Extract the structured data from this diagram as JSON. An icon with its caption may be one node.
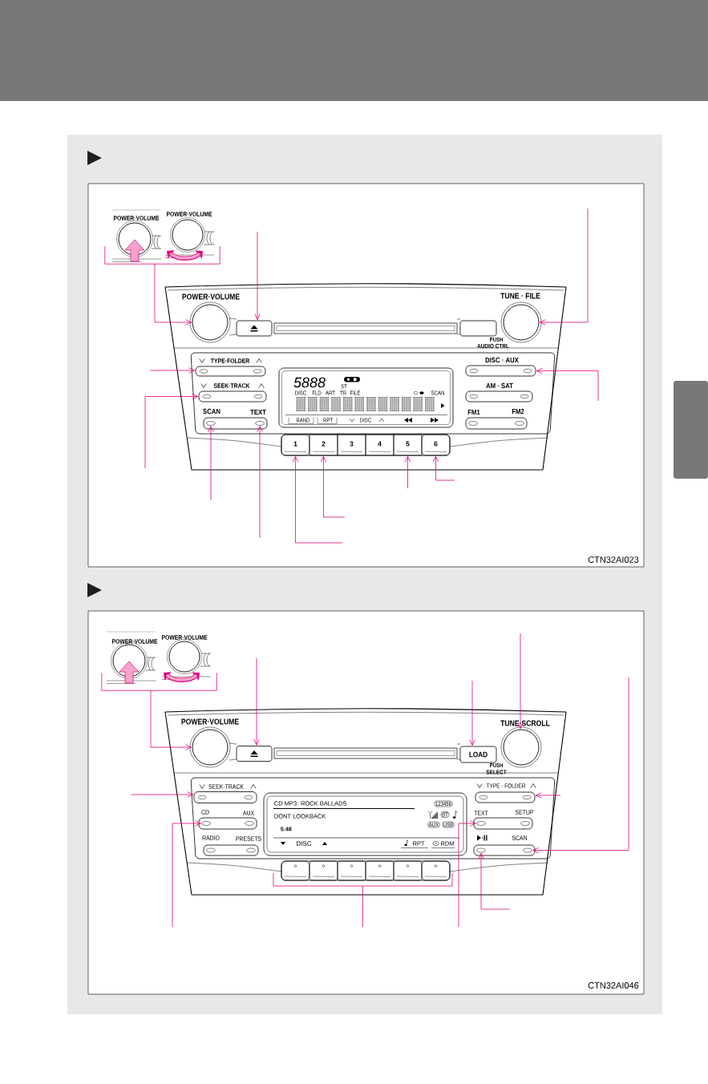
{
  "diagram": {
    "nodes": [
      {
        "text": [
          "POWER·VOLUME"
        ]
      },
      {
        "text": [
          "POWER·VOLUME"
        ]
      },
      {
        "text": [
          "POWER·VOLUME"
        ]
      },
      {
        "text": [],
        "shape": "box"
      },
      {
        "text": [],
        "shape": "box"
      },
      {
        "text": [
          "TUNE · FILE"
        ],
        "beside": [
          "PUSH",
          "AUDIO CTRL"
        ]
      },
      {
        "text": [
          "TYPE·FOLDER"
        ]
      },
      {
        "text": [
          "5888",
          "ST",
          "DISC",
          "FLD",
          "ART",
          "TR",
          "FILE",
          "SCAN",
          "RAND",
          "RPT",
          "DISC"
        ]
      },
      {
        "text": [
          "DISC · AUX"
        ]
      },
      {
        "text": [
          "SEEK·TRACK"
        ]
      },
      {
        "text": [
          "AM · SAT"
        ]
      },
      {
        "text": [],
        "shape": "bar"
      },
      {
        "text": [
          "SCAN"
        ],
        "in": 11
      },
      {
        "text": [
          "TEXT"
        ],
        "in": 11
      },
      {
        "text": [],
        "shape": "bar"
      },
      {
        "text": [
          "FM1"
        ],
        "in": 14
      },
      {
        "text": [
          "FM2"
        ],
        "in": 14
      },
      {
        "text": [],
        "shape": "bar"
      },
      {
        "text": [
          "1"
        ],
        "in": 17
      },
      {
        "text": [
          "2"
        ],
        "in": 17
      },
      {
        "text": [
          "3"
        ],
        "in": 17
      },
      {
        "text": [
          "4"
        ],
        "in": 17
      },
      {
        "text": [
          "5"
        ],
        "in": 17
      },
      {
        "text": [
          "6"
        ],
        "in": 17
      },
      {
        "text": [
          "POWER·VOLUME"
        ]
      },
      {
        "text": [
          "POWER·VOLUME"
        ]
      },
      {
        "text": [
          "POWER·VOLUME"
        ]
      },
      {
        "text": [],
        "shape": "box"
      },
      {
        "text": [
          "LOAD"
        ]
      },
      {
        "text": [
          "TUNE·SCROLL"
        ],
        "beside": [
          "PUSH",
          "SELECT"
        ]
      },
      {
        "text": [
          "SEEK·TRACK"
        ]
      },
      {
        "text": [
          "CD MP3: ROCK BALLADS",
          "123456",
          "BT",
          "DONT LOOKBACK",
          "AUX",
          "USB",
          "5:48",
          "DISC",
          "RPT",
          "RDM"
        ]
      },
      {
        "text": [
          "TYPE · FOLDER"
        ]
      },
      {
        "text": [],
        "shape": "bar"
      },
      {
        "text": [
          "CD"
        ],
        "in": 33
      },
      {
        "text": [
          "AUX"
        ],
        "in": 33
      },
      {
        "text": [],
        "shape": "bar"
      },
      {
        "text": [
          "TEXT"
        ],
        "in": 36
      },
      {
        "text": [
          "SETUP"
        ],
        "in": 36
      },
      {
        "text": [],
        "shape": "bar"
      },
      {
        "text": [
          "RADIO"
        ],
        "in": 39
      },
      {
        "text": [
          "PRESETS"
        ],
        "in": 39
      },
      {
        "text": [],
        "shape": "bar"
      },
      {
        "text": [],
        "shape": "oval",
        "in": 42
      },
      {
        "text": [
          "SCAN"
        ],
        "in": 42
      },
      {
        "text": [],
        "shape": "bar"
      },
      {
        "text": [],
        "shape": "box",
        "in": 45
      },
      {
        "text": [],
        "shape": "box",
        "in": 45
      },
      {
        "text": [],
        "shape": "box",
        "in": 45
      },
      {
        "text": [],
        "shape": "box",
        "in": 45
      },
      {
        "text": [],
        "shape": "box",
        "in": 45
      },
      {
        "text": [],
        "shape": "box",
        "in": 45
      },
      {
        "text": [],
        "shape": "bracket"
      },
      {
        "text": [],
        "shape": "box"
      }
    ],
    "edges": [
      {
        "from": 0,
        "to": 2,
        "arrow": "to"
      },
      {
        "from": 1,
        "to": 2,
        "arrow": "to"
      },
      {
        "from": null,
        "to": 3,
        "arrow": "to"
      },
      {
        "from": null,
        "to": 5,
        "arrow": "to"
      },
      {
        "from": null,
        "to": 6,
        "arrow": "to"
      },
      {
        "from": null,
        "to": 9,
        "arrow": "to"
      },
      {
        "from": null,
        "to": 8,
        "arrow": "to"
      },
      {
        "from": null,
        "to": 12,
        "arrow": "to"
      },
      {
        "from": null,
        "to": 13,
        "arrow": "to"
      },
      {
        "from": null,
        "to": 18,
        "arrow": "to"
      },
      {
        "from": null,
        "to": 19,
        "arrow": "to"
      },
      {
        "from": null,
        "to": 22,
        "arrow": "to"
      },
      {
        "from": null,
        "to": 23,
        "arrow": "to"
      },
      {
        "from": 24,
        "to": 26,
        "arrow": "to"
      },
      {
        "from": 25,
        "to": 26,
        "arrow": "to"
      },
      {
        "from": null,
        "to": 27,
        "arrow": "to"
      },
      {
        "from": null,
        "to": 28,
        "arrow": "to"
      },
      {
        "from": null,
        "to": 29,
        "arrow": "to"
      },
      {
        "from": null,
        "to": 44,
        "arrow": "to"
      },
      {
        "from": null,
        "to": 30,
        "arrow": "to"
      },
      {
        "from": null,
        "to": 32,
        "arrow": "to"
      },
      {
        "from": null,
        "to": 34,
        "arrow": "to"
      },
      {
        "from": null,
        "to": 37,
        "arrow": "to"
      },
      {
        "from": null,
        "to": 43,
        "arrow": "to"
      },
      {
        "from": null,
        "to": 52,
        "arrow": "none"
      }
    ],
    "labels": [
      "CTN32AI023",
      "CTN32AI046"
    ]
  }
}
